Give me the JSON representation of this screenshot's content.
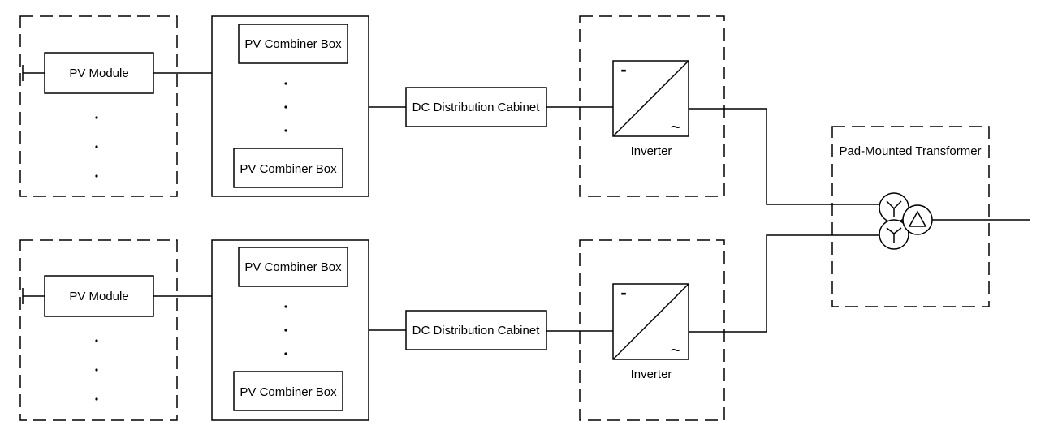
{
  "diagram": {
    "rows": [
      {
        "pv_module_label": "PV Module",
        "combiner_top_label": "PV Combiner Box",
        "combiner_bottom_label": "PV Combiner Box",
        "dc_cabinet_label": "DC Distribution Cabinet",
        "inverter_label": "Inverter",
        "inverter_dc_symbol": "-",
        "inverter_ac_symbol": "~"
      },
      {
        "pv_module_label": "PV Module",
        "combiner_top_label": "PV Combiner Box",
        "combiner_bottom_label": "PV Combiner Box",
        "dc_cabinet_label": "DC Distribution Cabinet",
        "inverter_label": "Inverter",
        "inverter_dc_symbol": "-",
        "inverter_ac_symbol": "~"
      }
    ],
    "transformer_label": "Pad-Mounted Transformer"
  }
}
